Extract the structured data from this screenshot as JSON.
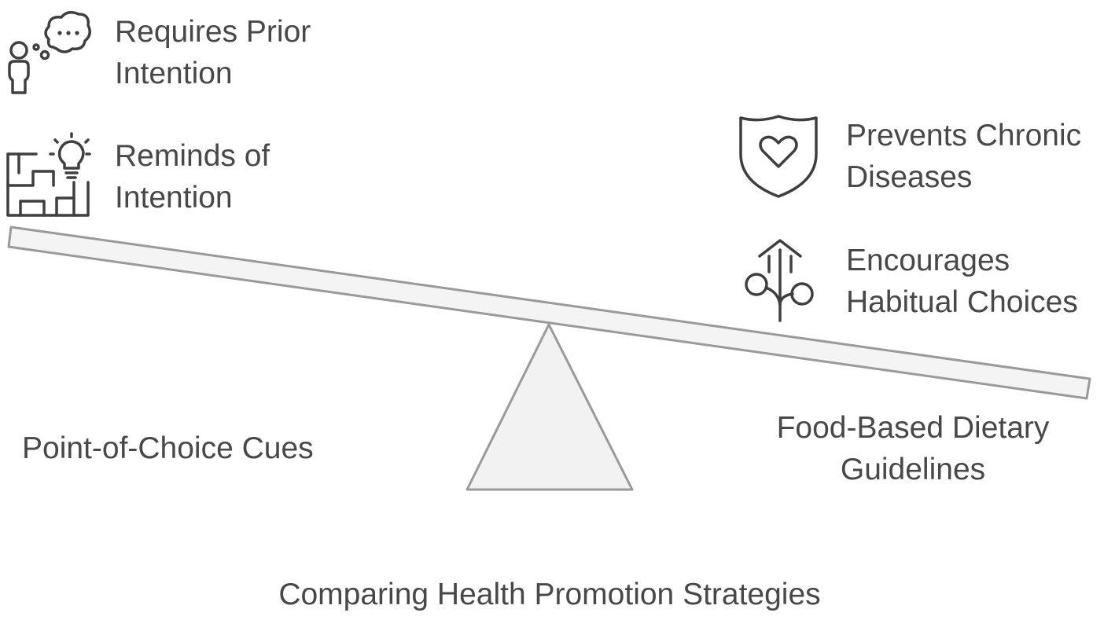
{
  "title": "Comparing Health Promotion Strategies",
  "colors": {
    "text": "#484848",
    "icon_stroke": "#3f3f3f",
    "beam_fill": "#f4f4f4",
    "beam_stroke": "#9a9a9a",
    "fulcrum_fill": "#f2f2f2",
    "fulcrum_stroke": "#9a9a9a"
  },
  "left_side": {
    "label": "Point-of-Choice Cues",
    "items": [
      {
        "icon": "person-thought-bubble-icon",
        "line1": "Requires Prior",
        "line2": "Intention"
      },
      {
        "icon": "maze-lightbulb-icon",
        "line1": "Reminds of",
        "line2": "Intention"
      }
    ]
  },
  "right_side": {
    "label_line1": "Food-Based Dietary",
    "label_line2": "Guidelines",
    "items": [
      {
        "icon": "shield-heart-icon",
        "line1": "Prevents Chronic",
        "line2": "Diseases"
      },
      {
        "icon": "branching-arrow-icon",
        "line1": "Encourages",
        "line2": "Habitual Choices"
      }
    ]
  }
}
